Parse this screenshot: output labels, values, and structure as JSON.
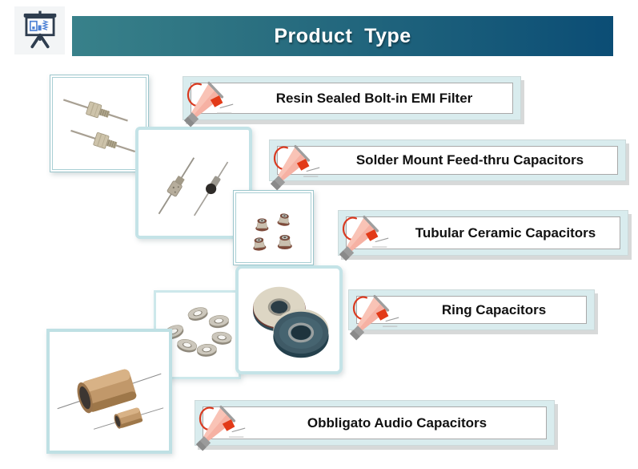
{
  "slide": {
    "background_color": "#ffffff"
  },
  "logo": {
    "icon": "presentation-easel-icon",
    "tile_color": "#f3f5f6",
    "frame_color": "#2e3d4f",
    "accent_color": "#4a7fd4"
  },
  "header": {
    "title": "Product  Type",
    "text_color": "#ffffff",
    "gradient_left": "#38818a",
    "gradient_right": "#0b4d75"
  },
  "banner_style": {
    "frame_color": "#d9ecee",
    "panel_color": "#ffffff",
    "label_color": "#111111",
    "megaphone_cone_color": "#f6b1a3",
    "megaphone_wedge_color": "#e23a18",
    "megaphone_swoosh_color": "#d93a20",
    "megaphone_handle_color": "#9b9b9b"
  },
  "banners": [
    {
      "icon": "megaphone-icon",
      "label": "Resin Sealed Bolt-in EMI Filter"
    },
    {
      "icon": "megaphone-icon",
      "label": "Solder Mount Feed-thru Capacitors"
    },
    {
      "icon": "megaphone-icon",
      "label": "Tubular Ceramic Capacitors"
    },
    {
      "icon": "megaphone-icon",
      "label": "Ring Capacitors"
    },
    {
      "icon": "megaphone-icon",
      "label": "Obbligato Audio Capacitors"
    }
  ],
  "product_photos": [
    {
      "name": "bolt-in-emi-filters",
      "depicts": "two metal bolt-in EMI filters with hex bodies and axial leads"
    },
    {
      "name": "solder-mount-feed-thru-capacitors",
      "depicts": "two feed-thru capacitors, one silver and one black, with wire leads"
    },
    {
      "name": "tubular-ceramic-capacitors",
      "depicts": "four small brown tubular ceramic capacitor grommets"
    },
    {
      "name": "metal-ring-capacitors",
      "depicts": "six silver ring washers"
    },
    {
      "name": "large-ring-capacitors",
      "depicts": "two large dark blue-gray ceramic ring capacitors"
    },
    {
      "name": "obbligato-audio-capacitors",
      "depicts": "two copper axial audio capacitors with wire leads"
    }
  ]
}
